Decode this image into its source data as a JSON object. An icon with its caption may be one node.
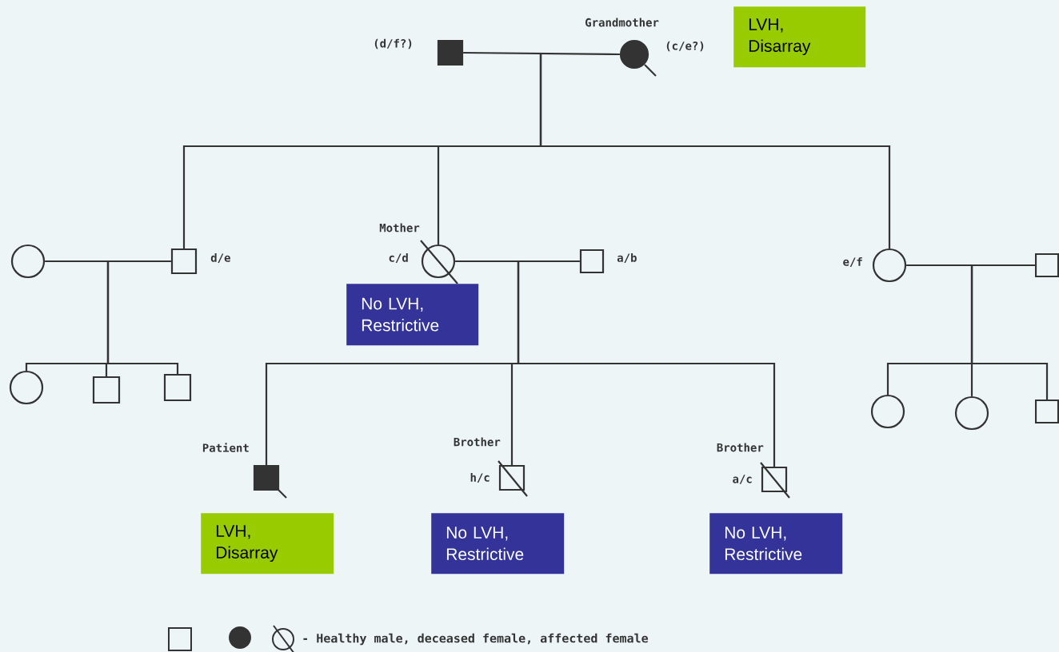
{
  "diagram": {
    "nodes": [
      {
        "text": [],
        "shape": "box",
        "beside": [
          "(d/f?)"
        ]
      },
      {
        "text": [],
        "shape": "circle",
        "beside": [
          "Grandmother",
          "(c/e?)"
        ]
      },
      {
        "text": [
          "LVH, Disarray"
        ]
      },
      {
        "text": [],
        "shape": "box",
        "beside": [
          "d/e"
        ]
      },
      {
        "text": [],
        "shape": "circle"
      },
      {
        "text": [],
        "shape": "circle",
        "beside": [
          "Mother",
          "c/d"
        ]
      },
      {
        "text": [],
        "shape": "box",
        "beside": [
          "a/b"
        ]
      },
      {
        "text": [],
        "shape": "circle",
        "beside": [
          "e/f"
        ]
      },
      {
        "text": [],
        "shape": "box"
      },
      {
        "text": [
          "No LVH, Restrictive"
        ]
      },
      {
        "text": [],
        "shape": "circle"
      },
      {
        "text": [],
        "shape": "box"
      },
      {
        "text": [],
        "shape": "box"
      },
      {
        "text": [],
        "shape": "box",
        "beside": [
          "Patient"
        ]
      },
      {
        "text": [],
        "shape": "box",
        "beside": [
          "Brother",
          "h/c"
        ]
      },
      {
        "text": [],
        "shape": "box",
        "beside": [
          "Brother",
          "a/c"
        ]
      },
      {
        "text": [],
        "shape": "circle"
      },
      {
        "text": [],
        "shape": "circle"
      },
      {
        "text": [],
        "shape": "box"
      },
      {
        "text": [
          "LVH, Disarray"
        ]
      },
      {
        "text": [
          "No LVH, Restrictive"
        ]
      },
      {
        "text": [
          "No LVH, Restrictive"
        ]
      }
    ],
    "edges": [
      {
        "from": 0,
        "to": 1,
        "arrow": "none"
      },
      {
        "from": null,
        "to": 3,
        "arrow": "none"
      },
      {
        "from": null,
        "to": 5,
        "arrow": "none"
      },
      {
        "from": null,
        "to": 7,
        "arrow": "none"
      },
      {
        "from": 4,
        "to": 3,
        "arrow": "none"
      },
      {
        "from": 5,
        "to": 6,
        "arrow": "none"
      },
      {
        "from": 7,
        "to": 8,
        "arrow": "none"
      },
      {
        "from": null,
        "to": 10,
        "arrow": "none"
      },
      {
        "from": null,
        "to": 11,
        "arrow": "none"
      },
      {
        "from": null,
        "to": 12,
        "arrow": "none"
      },
      {
        "from": null,
        "to": 13,
        "arrow": "none"
      },
      {
        "from": null,
        "to": 14,
        "arrow": "none"
      },
      {
        "from": null,
        "to": 15,
        "arrow": "none"
      },
      {
        "from": null,
        "to": 16,
        "arrow": "none"
      },
      {
        "from": null,
        "to": 17,
        "arrow": "none"
      },
      {
        "from": null,
        "to": 18,
        "arrow": "none"
      }
    ],
    "legend": [
      {
        "text": "- Healthy male, deceased female, affected female"
      }
    ]
  }
}
